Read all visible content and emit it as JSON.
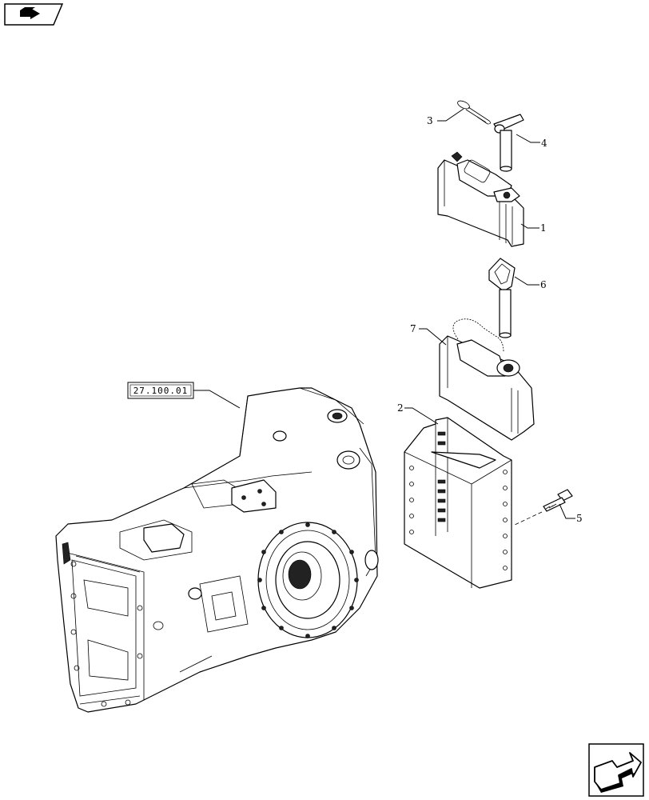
{
  "navigation": {
    "prev_icon": "arrow-left-icon",
    "next_icon": "arrow-right-icon"
  },
  "reference": {
    "label": "27.100.01"
  },
  "callouts": [
    {
      "id": "c1",
      "label": "1"
    },
    {
      "id": "c2",
      "label": "2"
    },
    {
      "id": "c3",
      "label": "3"
    },
    {
      "id": "c4",
      "label": "4"
    },
    {
      "id": "c5",
      "label": "5"
    },
    {
      "id": "c6",
      "label": "6"
    },
    {
      "id": "c7",
      "label": "7"
    }
  ]
}
